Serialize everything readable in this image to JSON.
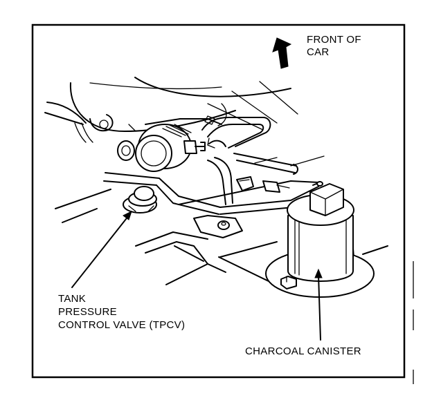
{
  "orientation": {
    "label_line1": "FRONT OF",
    "label_line2": "CAR"
  },
  "callouts": {
    "tpcv_line1": "TANK",
    "tpcv_line2": "PRESSURE",
    "tpcv_line3": "CONTROL VALVE (TPCV)",
    "canister": "CHARCOAL CANISTER"
  },
  "colors": {
    "ink": "#000000",
    "paper": "#ffffff"
  }
}
